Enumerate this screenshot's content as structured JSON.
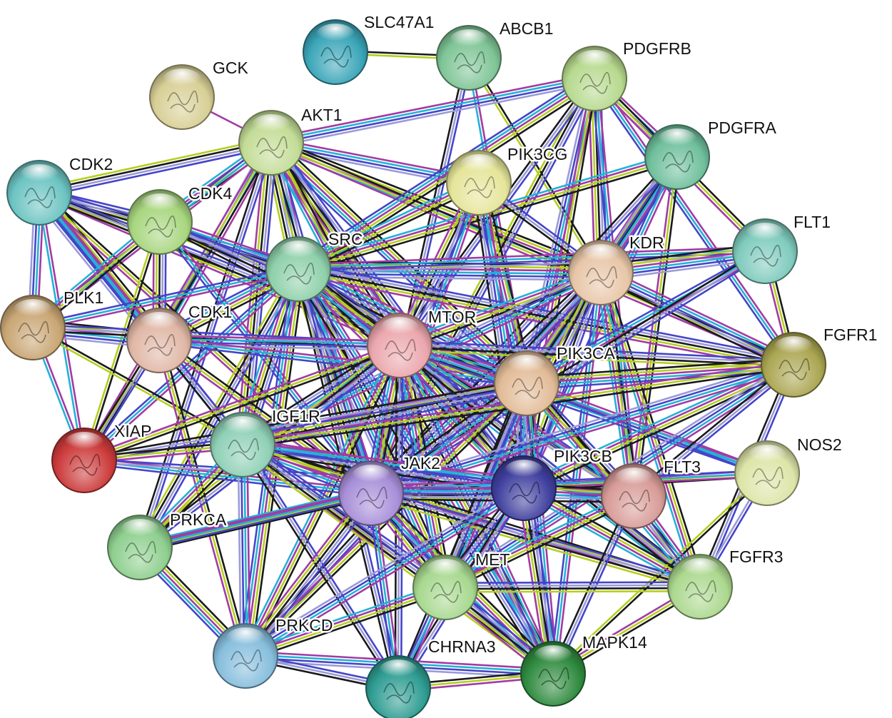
{
  "network": {
    "edge_colors": [
      "#1a1a1a",
      "#b5cf1f",
      "#a23ba4",
      "#25b1d6",
      "#4545c8",
      "#9b9bd8"
    ],
    "nodes": [
      {
        "id": "SLC47A1",
        "label": "SLC47A1",
        "color": "#3aa5b8"
      },
      {
        "id": "ABCB1",
        "label": "ABCB1",
        "color": "#7fc596"
      },
      {
        "id": "PDGFRB",
        "label": "PDGFRB",
        "color": "#b7d98e"
      },
      {
        "id": "GCK",
        "label": "GCK",
        "color": "#d8cf96"
      },
      {
        "id": "AKT1",
        "label": "AKT1",
        "color": "#c3dc96"
      },
      {
        "id": "PDGFRA",
        "label": "PDGFRA",
        "color": "#6fbf9c"
      },
      {
        "id": "CDK2",
        "label": "CDK2",
        "color": "#6cc4c2"
      },
      {
        "id": "PIK3CG",
        "label": "PIK3CG",
        "color": "#e5e59a"
      },
      {
        "id": "CDK4",
        "label": "CDK4",
        "color": "#a8d67f"
      },
      {
        "id": "SRC",
        "label": "SRC",
        "color": "#8fd0aa"
      },
      {
        "id": "KDR",
        "label": "KDR",
        "color": "#e8c6a8"
      },
      {
        "id": "FLT1",
        "label": "FLT1",
        "color": "#7fcbbd"
      },
      {
        "id": "PLK1",
        "label": "PLK1",
        "color": "#c9a674"
      },
      {
        "id": "CDK1",
        "label": "CDK1",
        "color": "#e0b7a6"
      },
      {
        "id": "MTOR",
        "label": "MTOR",
        "color": "#eba7ad"
      },
      {
        "id": "PIK3CA",
        "label": "PIK3CA",
        "color": "#e2bb97"
      },
      {
        "id": "FGFR1",
        "label": "FGFR1",
        "color": "#aba652"
      },
      {
        "id": "XIAP",
        "label": "XIAP",
        "color": "#cc3b3b"
      },
      {
        "id": "IGF1R",
        "label": "IGF1R",
        "color": "#8fd0b6"
      },
      {
        "id": "NOS2",
        "label": "NOS2",
        "color": "#dde5a8"
      },
      {
        "id": "JAK2",
        "label": "JAK2",
        "color": "#a88fd8"
      },
      {
        "id": "PIK3CB",
        "label": "PIK3CB",
        "color": "#3f3f9e"
      },
      {
        "id": "FLT3",
        "label": "FLT3",
        "color": "#d89c98"
      },
      {
        "id": "PRKCA",
        "label": "PRKCA",
        "color": "#8fcf8f"
      },
      {
        "id": "MET",
        "label": "MET",
        "color": "#a7d88f"
      },
      {
        "id": "FGFR3",
        "label": "FGFR3",
        "color": "#acd88f"
      },
      {
        "id": "PRKCD",
        "label": "PRKCD",
        "color": "#87bedd"
      },
      {
        "id": "CHRNA3",
        "label": "CHRNA3",
        "color": "#2e9c92"
      },
      {
        "id": "MAPK14",
        "label": "MAPK14",
        "color": "#2f8a3f"
      }
    ],
    "edges": [
      [
        "SLC47A1",
        "ABCB1",
        2
      ],
      [
        "GCK",
        "AKT1",
        1
      ],
      [
        "ABCB1",
        "JAK2",
        3
      ],
      [
        "ABCB1",
        "KDR",
        2
      ],
      [
        "ABCB1",
        "PIK3CA",
        2
      ],
      [
        "AKT1",
        "CDK2",
        4
      ],
      [
        "AKT1",
        "CDK4",
        4
      ],
      [
        "AKT1",
        "SRC",
        6
      ],
      [
        "AKT1",
        "MTOR",
        6
      ],
      [
        "AKT1",
        "PIK3CA",
        5
      ],
      [
        "AKT1",
        "PIK3CG",
        4
      ],
      [
        "AKT1",
        "PIK3CB",
        5
      ],
      [
        "AKT1",
        "KDR",
        4
      ],
      [
        "AKT1",
        "CDK1",
        4
      ],
      [
        "AKT1",
        "IGF1R",
        5
      ],
      [
        "AKT1",
        "XIAP",
        3
      ],
      [
        "AKT1",
        "PDGFRB",
        4
      ],
      [
        "AKT1",
        "JAK2",
        4
      ],
      [
        "AKT1",
        "MAPK14",
        4
      ],
      [
        "AKT1",
        "PLK1",
        3
      ],
      [
        "AKT1",
        "PRKCA",
        3
      ],
      [
        "AKT1",
        "FGFR1",
        3
      ],
      [
        "PDGFRB",
        "PDGFRA",
        4
      ],
      [
        "PDGFRB",
        "KDR",
        5
      ],
      [
        "PDGFRB",
        "SRC",
        5
      ],
      [
        "PDGFRB",
        "PIK3CA",
        4
      ],
      [
        "PDGFRB",
        "JAK2",
        4
      ],
      [
        "PDGFRB",
        "FLT1",
        3
      ],
      [
        "PDGFRB",
        "FGFR1",
        3
      ],
      [
        "PDGFRB",
        "MTOR",
        3
      ],
      [
        "PDGFRB",
        "PIK3CB",
        3
      ],
      [
        "PDGFRB",
        "FLT3",
        3
      ],
      [
        "PDGFRA",
        "KDR",
        5
      ],
      [
        "PDGFRA",
        "SRC",
        4
      ],
      [
        "PDGFRA",
        "PIK3CA",
        4
      ],
      [
        "PDGFRA",
        "JAK2",
        3
      ],
      [
        "PDGFRA",
        "FLT3",
        3
      ],
      [
        "PDGFRA",
        "PIK3CB",
        3
      ],
      [
        "CDK2",
        "CDK4",
        4
      ],
      [
        "CDK2",
        "CDK1",
        6
      ],
      [
        "CDK2",
        "PLK1",
        4
      ],
      [
        "CDK2",
        "SRC",
        4
      ],
      [
        "CDK2",
        "MTOR",
        3
      ],
      [
        "CDK2",
        "XIAP",
        2
      ],
      [
        "CDK2",
        "PIK3CA",
        3
      ],
      [
        "CDK2",
        "JAK2",
        3
      ],
      [
        "CDK2",
        "IGF1R",
        3
      ],
      [
        "CDK4",
        "CDK1",
        5
      ],
      [
        "CDK4",
        "PLK1",
        4
      ],
      [
        "CDK4",
        "SRC",
        4
      ],
      [
        "CDK4",
        "MTOR",
        3
      ],
      [
        "CDK4",
        "XIAP",
        2
      ],
      [
        "CDK4",
        "JAK2",
        3
      ],
      [
        "CDK4",
        "PIK3CA",
        3
      ],
      [
        "PIK3CG",
        "PIK3CA",
        5
      ],
      [
        "PIK3CG",
        "PIK3CB",
        5
      ],
      [
        "PIK3CG",
        "MTOR",
        5
      ],
      [
        "PIK3CG",
        "SRC",
        4
      ],
      [
        "PIK3CG",
        "JAK2",
        4
      ],
      [
        "PIK3CG",
        "KDR",
        3
      ],
      [
        "SRC",
        "MTOR",
        5
      ],
      [
        "SRC",
        "PIK3CA",
        6
      ],
      [
        "SRC",
        "PIK3CB",
        5
      ],
      [
        "SRC",
        "KDR",
        6
      ],
      [
        "SRC",
        "JAK2",
        6
      ],
      [
        "SRC",
        "IGF1R",
        6
      ],
      [
        "SRC",
        "CDK1",
        5
      ],
      [
        "SRC",
        "FLT1",
        4
      ],
      [
        "SRC",
        "FGFR1",
        5
      ],
      [
        "SRC",
        "MET",
        6
      ],
      [
        "SRC",
        "MAPK14",
        5
      ],
      [
        "SRC",
        "PRKCA",
        4
      ],
      [
        "SRC",
        "PRKCD",
        5
      ],
      [
        "SRC",
        "XIAP",
        3
      ],
      [
        "SRC",
        "FLT3",
        4
      ],
      [
        "SRC",
        "FGFR3",
        4
      ],
      [
        "SRC",
        "PLK1",
        3
      ],
      [
        "SRC",
        "CHRNA3",
        3
      ],
      [
        "KDR",
        "FLT1",
        6
      ],
      [
        "KDR",
        "FGFR1",
        5
      ],
      [
        "KDR",
        "PIK3CA",
        5
      ],
      [
        "KDR",
        "MTOR",
        4
      ],
      [
        "KDR",
        "JAK2",
        5
      ],
      [
        "KDR",
        "PIK3CB",
        4
      ],
      [
        "KDR",
        "FLT3",
        4
      ],
      [
        "KDR",
        "IGF1R",
        4
      ],
      [
        "KDR",
        "MET",
        4
      ],
      [
        "KDR",
        "FGFR3",
        4
      ],
      [
        "KDR",
        "MAPK14",
        3
      ],
      [
        "KDR",
        "PRKCD",
        3
      ],
      [
        "FLT1",
        "FGFR1",
        3
      ],
      [
        "FLT1",
        "PIK3CA",
        3
      ],
      [
        "FLT1",
        "JAK2",
        3
      ],
      [
        "PLK1",
        "CDK1",
        6
      ],
      [
        "PLK1",
        "XIAP",
        2
      ],
      [
        "PLK1",
        "MTOR",
        3
      ],
      [
        "PLK1",
        "IGF1R",
        2
      ],
      [
        "CDK1",
        "MTOR",
        4
      ],
      [
        "CDK1",
        "XIAP",
        3
      ],
      [
        "CDK1",
        "JAK2",
        3
      ],
      [
        "CDK1",
        "PIK3CA",
        3
      ],
      [
        "CDK1",
        "IGF1R",
        3
      ],
      [
        "CDK1",
        "PRKCD",
        3
      ],
      [
        "MTOR",
        "PIK3CA",
        6
      ],
      [
        "MTOR",
        "PIK3CB",
        6
      ],
      [
        "MTOR",
        "JAK2",
        5
      ],
      [
        "MTOR",
        "IGF1R",
        5
      ],
      [
        "MTOR",
        "FGFR1",
        4
      ],
      [
        "MTOR",
        "MET",
        5
      ],
      [
        "MTOR",
        "MAPK14",
        4
      ],
      [
        "MTOR",
        "PRKCA",
        4
      ],
      [
        "MTOR",
        "PRKCD",
        4
      ],
      [
        "MTOR",
        "FLT3",
        4
      ],
      [
        "MTOR",
        "FGFR3",
        3
      ],
      [
        "MTOR",
        "XIAP",
        3
      ],
      [
        "MTOR",
        "NOS2",
        3
      ],
      [
        "MTOR",
        "CHRNA3",
        3
      ],
      [
        "PIK3CA",
        "PIK3CB",
        6
      ],
      [
        "PIK3CA",
        "JAK2",
        5
      ],
      [
        "PIK3CA",
        "IGF1R",
        5
      ],
      [
        "PIK3CA",
        "FGFR1",
        5
      ],
      [
        "PIK3CA",
        "MET",
        5
      ],
      [
        "PIK3CA",
        "FLT3",
        4
      ],
      [
        "PIK3CA",
        "FGFR3",
        4
      ],
      [
        "PIK3CA",
        "MAPK14",
        4
      ],
      [
        "PIK3CA",
        "XIAP",
        3
      ],
      [
        "PIK3CA",
        "PRKCD",
        3
      ],
      [
        "PIK3CA",
        "NOS2",
        3
      ],
      [
        "PIK3CA",
        "CHRNA3",
        3
      ],
      [
        "FGFR1",
        "PIK3CB",
        4
      ],
      [
        "FGFR1",
        "JAK2",
        4
      ],
      [
        "FGFR1",
        "FGFR3",
        3
      ],
      [
        "FGFR1",
        "IGF1R",
        3
      ],
      [
        "FGFR1",
        "MET",
        4
      ],
      [
        "FGFR1",
        "FLT3",
        3
      ],
      [
        "XIAP",
        "IGF1R",
        3
      ],
      [
        "XIAP",
        "JAK2",
        3
      ],
      [
        "XIAP",
        "PIK3CB",
        2
      ],
      [
        "IGF1R",
        "JAK2",
        5
      ],
      [
        "IGF1R",
        "PIK3CB",
        5
      ],
      [
        "IGF1R",
        "MET",
        5
      ],
      [
        "IGF1R",
        "PRKCA",
        4
      ],
      [
        "IGF1R",
        "PRKCD",
        4
      ],
      [
        "IGF1R",
        "MAPK14",
        4
      ],
      [
        "IGF1R",
        "FGFR3",
        3
      ],
      [
        "IGF1R",
        "FLT3",
        3
      ],
      [
        "IGF1R",
        "CHRNA3",
        3
      ],
      [
        "NOS2",
        "PIK3CB",
        3
      ],
      [
        "NOS2",
        "JAK2",
        3
      ],
      [
        "NOS2",
        "FGFR3",
        2
      ],
      [
        "NOS2",
        "MAPK14",
        2
      ],
      [
        "JAK2",
        "PIK3CB",
        6
      ],
      [
        "JAK2",
        "MET",
        5
      ],
      [
        "JAK2",
        "MAPK14",
        5
      ],
      [
        "JAK2",
        "FLT3",
        5
      ],
      [
        "JAK2",
        "PRKCD",
        5
      ],
      [
        "JAK2",
        "PRKCA",
        4
      ],
      [
        "JAK2",
        "CHRNA3",
        3
      ],
      [
        "JAK2",
        "FGFR3",
        4
      ],
      [
        "PIK3CB",
        "FLT3",
        4
      ],
      [
        "PIK3CB",
        "MET",
        5
      ],
      [
        "PIK3CB",
        "MAPK14",
        5
      ],
      [
        "PIK3CB",
        "FGFR3",
        4
      ],
      [
        "PIK3CB",
        "PRKCD",
        4
      ],
      [
        "PIK3CB",
        "CHRNA3",
        3
      ],
      [
        "FLT3",
        "MET",
        4
      ],
      [
        "FLT3",
        "FGFR3",
        4
      ],
      [
        "FLT3",
        "MAPK14",
        3
      ],
      [
        "PRKCA",
        "PRKCD",
        5
      ],
      [
        "PRKCA",
        "JAK2",
        3
      ],
      [
        "MET",
        "MAPK14",
        5
      ],
      [
        "MET",
        "PRKCD",
        4
      ],
      [
        "MET",
        "CHRNA3",
        3
      ],
      [
        "MET",
        "FGFR3",
        4
      ],
      [
        "FGFR3",
        "MAPK14",
        3
      ],
      [
        "PRKCD",
        "MAPK14",
        4
      ],
      [
        "PRKCD",
        "CHRNA3",
        3
      ],
      [
        "CHRNA3",
        "MAPK14",
        3
      ]
    ]
  }
}
